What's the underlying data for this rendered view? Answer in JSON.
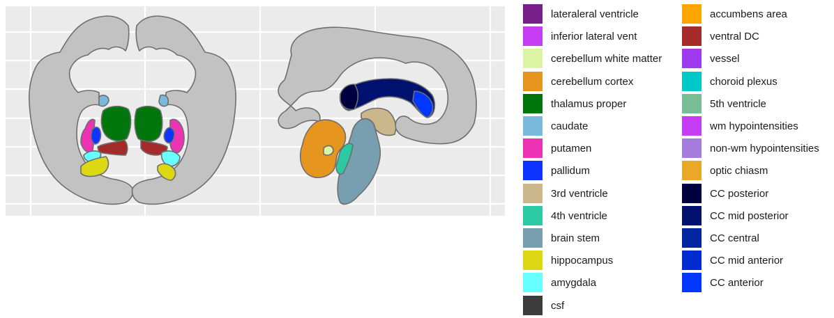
{
  "colors": {
    "panel_bg": "#ebebeb",
    "grid": "#ffffff",
    "cortex": "#c2c2c2",
    "outline": "#6e6e6e"
  },
  "legend": {
    "columns": [
      [
        {
          "label": "lateraleral ventricle",
          "color": "#781f8a"
        },
        {
          "label": "inferior lateral vent",
          "color": "#c63cf5"
        },
        {
          "label": "cerebellum white matter",
          "color": "#dcf5a5"
        },
        {
          "label": "cerebellum cortex",
          "color": "#e6951f"
        },
        {
          "label": "thalamus proper",
          "color": "#00760d"
        },
        {
          "label": "caudate",
          "color": "#7ab9dc"
        },
        {
          "label": "putamen",
          "color": "#ec33b4"
        },
        {
          "label": "pallidum",
          "color": "#0e34ff"
        },
        {
          "label": "3rd ventricle",
          "color": "#ccb78c"
        },
        {
          "label": "4th ventricle",
          "color": "#2ccaa2"
        },
        {
          "label": "brain stem",
          "color": "#779fb0"
        },
        {
          "label": "hippocampus",
          "color": "#dcd814"
        },
        {
          "label": "amygdala",
          "color": "#67ffff"
        },
        {
          "label": "csf",
          "color": "#3c3c3c"
        }
      ],
      [
        {
          "label": "accumbens area",
          "color": "#ffa500"
        },
        {
          "label": "ventral DC",
          "color": "#a52a2a"
        },
        {
          "label": "vessel",
          "color": "#a03aee"
        },
        {
          "label": "choroid plexus",
          "color": "#00c8c8"
        },
        {
          "label": "5th ventricle",
          "color": "#78be96"
        },
        {
          "label": "wm hypointensities",
          "color": "#c53ef6"
        },
        {
          "label": "non-wm hypointensities",
          "color": "#a57bde"
        },
        {
          "label": "optic chiasm",
          "color": "#eaa828"
        },
        {
          "label": "CC posterior",
          "color": "#000040"
        },
        {
          "label": "CC mid posterior",
          "color": "#001170"
        },
        {
          "label": "CC central",
          "color": "#0025a0"
        },
        {
          "label": "CC mid anterior",
          "color": "#002bd0"
        },
        {
          "label": "CC anterior",
          "color": "#0037ff"
        }
      ]
    ]
  }
}
